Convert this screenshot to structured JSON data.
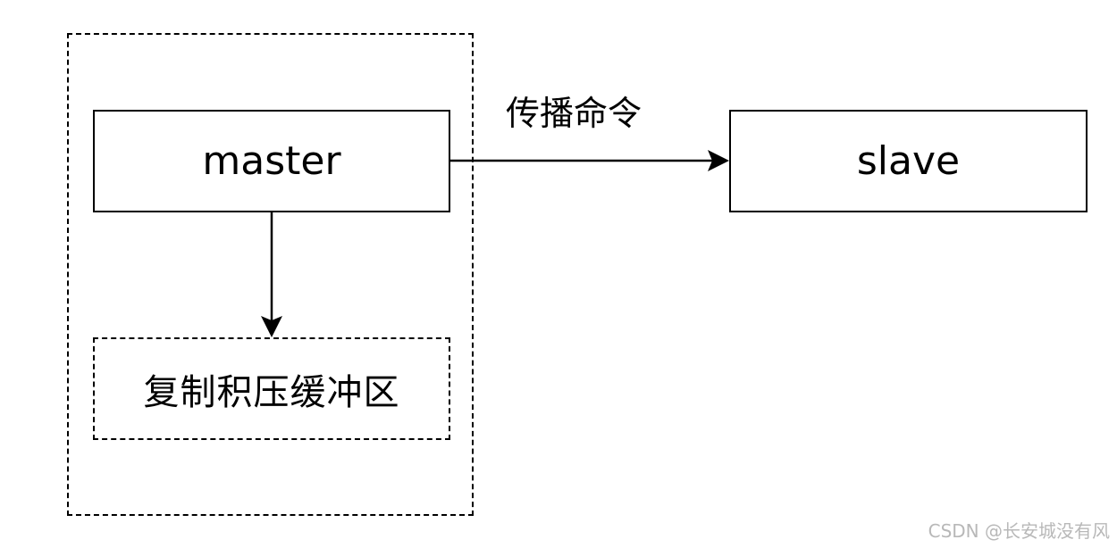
{
  "diagram": {
    "master_label": "master",
    "slave_label": "slave",
    "buffer_label": "复制积压缓冲区",
    "propagate_label": "传播命令"
  },
  "watermark": {
    "text": "CSDN @长安城没有风"
  },
  "colors": {
    "stroke": "#000000",
    "background": "#ffffff",
    "watermark": "#b8b8b8"
  }
}
